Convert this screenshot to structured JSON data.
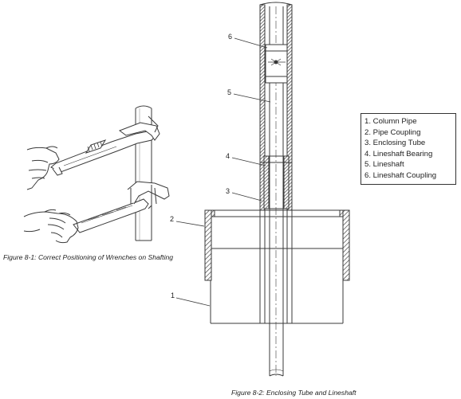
{
  "figure_8_1": {
    "caption": "Figure 8-1: Correct Positioning of Wrenches on Shafting"
  },
  "figure_8_2": {
    "caption": "Figure 8-2: Enclosing Tube and Lineshaft",
    "callouts": [
      "1",
      "2",
      "3",
      "4",
      "5",
      "6"
    ],
    "legend": [
      "1.  Column Pipe",
      "2.  Pipe Coupling",
      "3.  Enclosing Tube",
      "4.  Lineshaft Bearing",
      "5.  Lineshaft",
      "6.  Lineshaft Coupling"
    ]
  },
  "colors": {
    "line": "#3a3a3a",
    "hatch": "#555555",
    "shaft_fill": "#f2f2f2"
  }
}
